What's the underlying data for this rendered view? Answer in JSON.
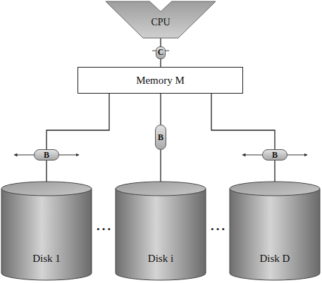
{
  "diagram": {
    "nodes": [
      {
        "text": [
          "CPU"
        ]
      },
      {
        "text": [
          "Memory M"
        ]
      },
      {
        "text": [
          "Disk 1"
        ]
      },
      {
        "text": [
          "Disk i"
        ]
      },
      {
        "text": [
          "Disk D"
        ]
      }
    ],
    "edges": [
      {
        "from": 0,
        "to": 1,
        "arrow": "none",
        "label": "C"
      },
      {
        "from": 1,
        "to": 2,
        "arrow": "none",
        "label": "B"
      },
      {
        "from": 1,
        "to": 3,
        "arrow": "none",
        "label": "B"
      },
      {
        "from": 1,
        "to": 4,
        "arrow": "none",
        "label": "B"
      }
    ],
    "labels": [
      "• • •",
      "• • •"
    ]
  }
}
